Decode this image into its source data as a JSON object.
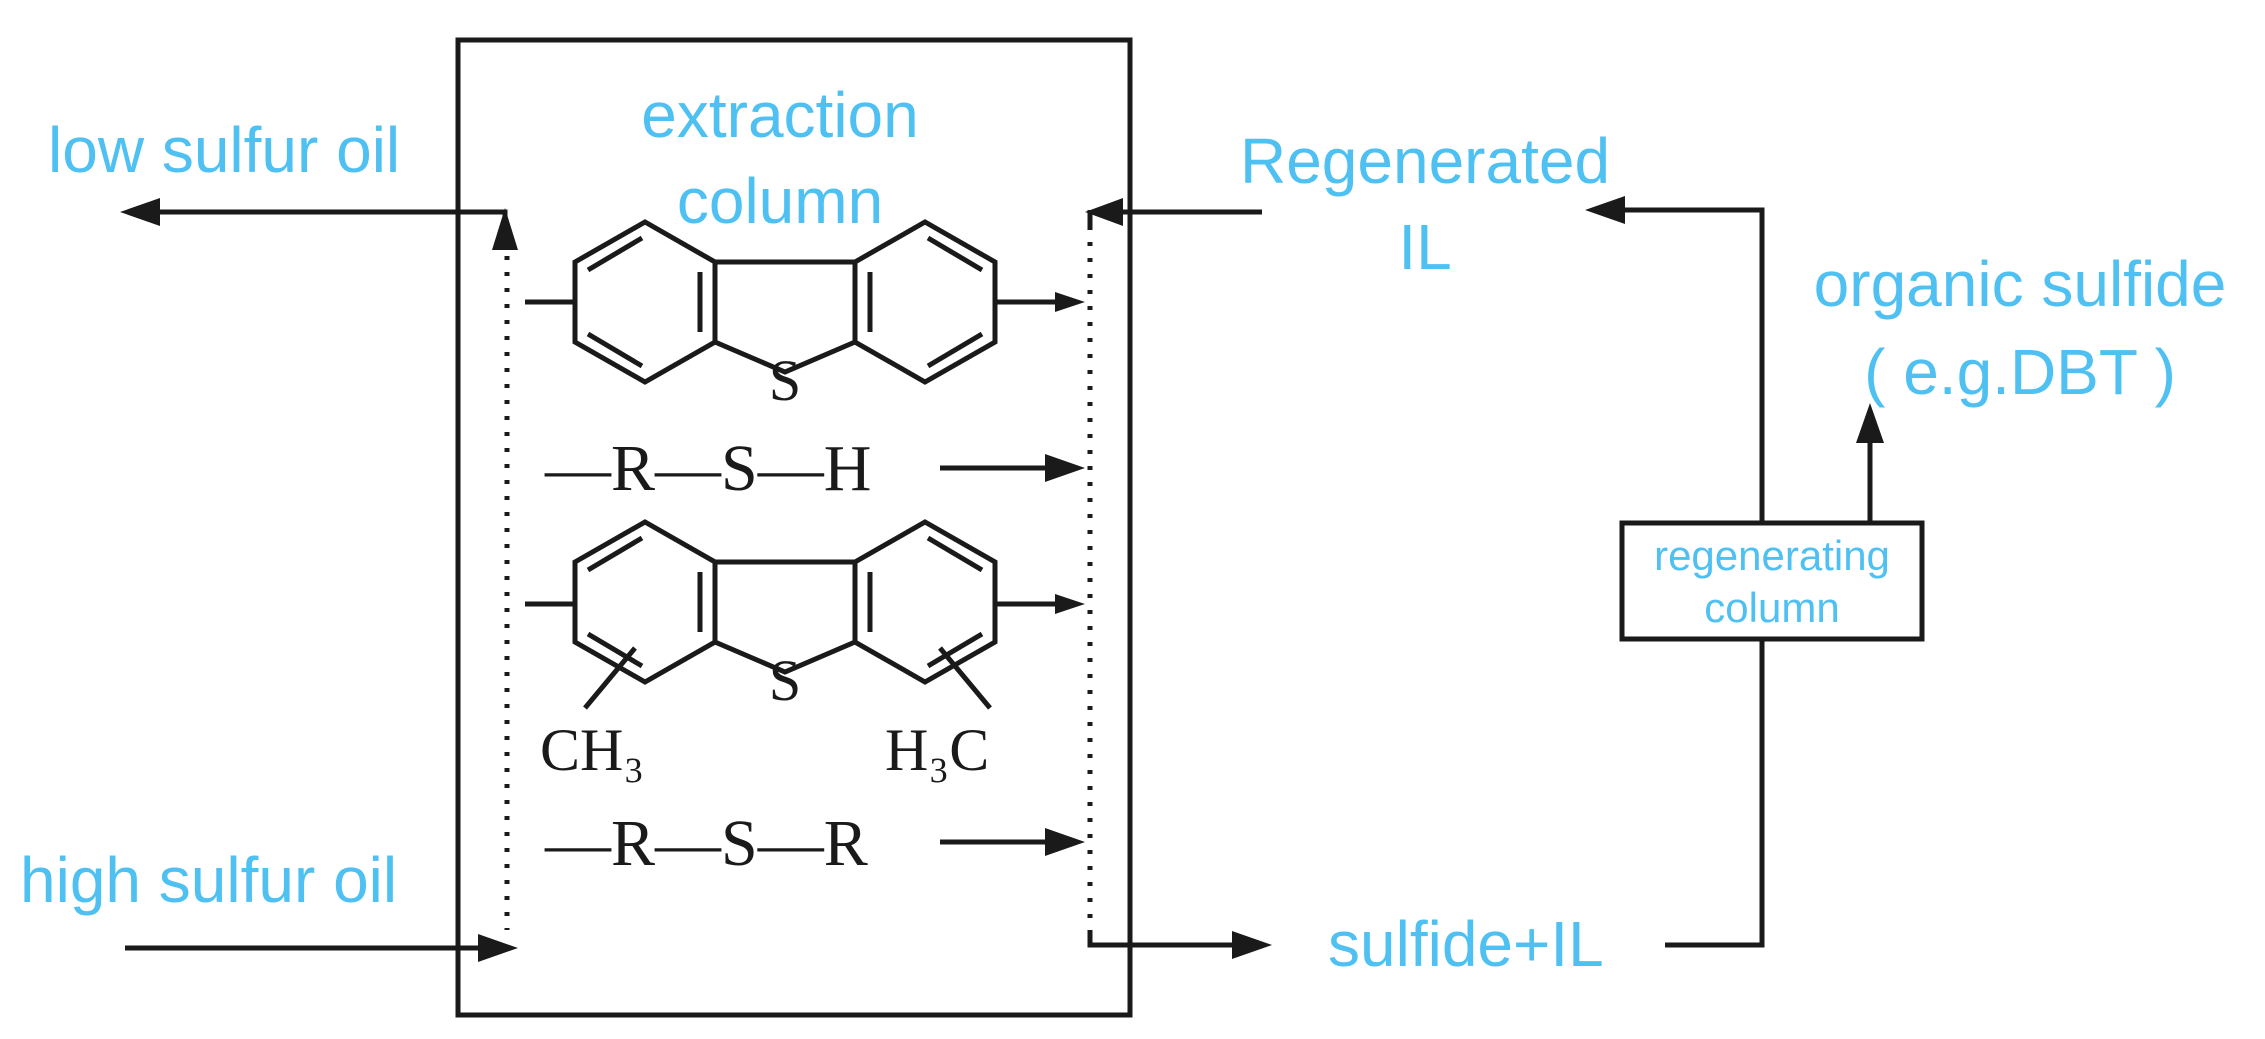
{
  "labels": {
    "low_sulfur_oil": "low sulfur oil",
    "extraction_column_line1": "extraction",
    "extraction_column_line2": "column",
    "regenerated_il_line1": "Regenerated",
    "regenerated_il_line2": "IL",
    "organic_sulfide_line1": "organic sulfide",
    "organic_sulfide_line2": "( e.g.DBT )",
    "regenerating_column_line1": "regenerating",
    "regenerating_column_line2": "column",
    "high_sulfur_oil": "high sulfur oil",
    "sulfide_il": "sulfide+IL"
  },
  "chemistry": {
    "dbt_sulfur": "S",
    "thiol_formula": "—R—S—H",
    "dmdbt_sulfur": "S",
    "methyl_left": "CH₃",
    "methyl_right": "H₃C",
    "sulfide_formula": "—R—S—R"
  },
  "colors": {
    "label_color": "#4FC0F2",
    "line_color": "#1a1a1a"
  }
}
